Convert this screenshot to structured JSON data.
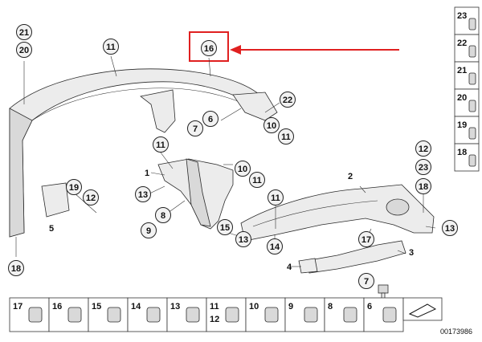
{
  "diagram": {
    "highlight_color": "#e02020",
    "highlighted_callout": "16",
    "callouts_main": [
      {
        "id": "c21",
        "label": "21"
      },
      {
        "id": "c20",
        "label": "20"
      },
      {
        "id": "c11a",
        "label": "11"
      },
      {
        "id": "c16",
        "label": "16"
      },
      {
        "id": "c22",
        "label": "22"
      },
      {
        "id": "c6",
        "label": "6"
      },
      {
        "id": "c7",
        "label": "7"
      },
      {
        "id": "c10a",
        "label": "10"
      },
      {
        "id": "c11b",
        "label": "11"
      },
      {
        "id": "c11c",
        "label": "11"
      },
      {
        "id": "c10b",
        "label": "10"
      },
      {
        "id": "c11d",
        "label": "11"
      },
      {
        "id": "c13a",
        "label": "13"
      },
      {
        "id": "c8",
        "label": "8"
      },
      {
        "id": "c9",
        "label": "9"
      },
      {
        "id": "c19",
        "label": "19"
      },
      {
        "id": "c12a",
        "label": "12"
      },
      {
        "id": "c11e",
        "label": "11"
      },
      {
        "id": "c15",
        "label": "15"
      },
      {
        "id": "c13b",
        "label": "13"
      },
      {
        "id": "c14",
        "label": "14"
      },
      {
        "id": "c17",
        "label": "17"
      },
      {
        "id": "c12b",
        "label": "12"
      },
      {
        "id": "c23",
        "label": "23"
      },
      {
        "id": "c18a",
        "label": "18"
      },
      {
        "id": "c13c",
        "label": "13"
      },
      {
        "id": "c18b",
        "label": "18"
      },
      {
        "id": "c7b",
        "label": "7"
      }
    ],
    "plain_labels": [
      {
        "id": "p1",
        "label": "1"
      },
      {
        "id": "p2",
        "label": "2"
      },
      {
        "id": "p3",
        "label": "3"
      },
      {
        "id": "p4",
        "label": "4"
      },
      {
        "id": "p5",
        "label": "5"
      }
    ],
    "right_column": [
      "23",
      "22",
      "21",
      "20",
      "19",
      "18"
    ],
    "bottom_row": [
      {
        "label": "17"
      },
      {
        "label": "16"
      },
      {
        "label": "15"
      },
      {
        "label": "14"
      },
      {
        "label": "13"
      },
      {
        "label": "11",
        "label2": "12"
      },
      {
        "label": "10"
      },
      {
        "label": "9"
      },
      {
        "label": "8"
      },
      {
        "label": "6"
      }
    ],
    "drawing_number": "00173986"
  }
}
